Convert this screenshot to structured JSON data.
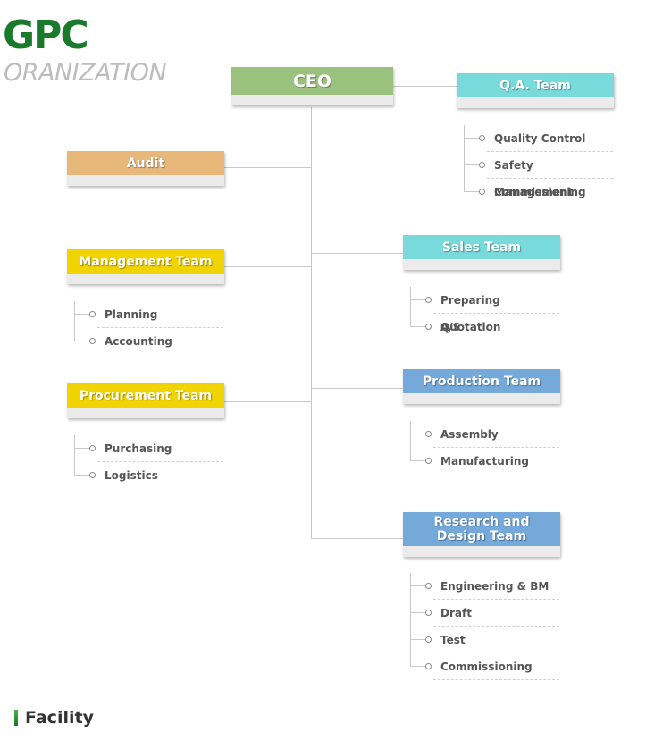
{
  "header": {
    "brand": "GPC",
    "subtitle": "ORANIZATION"
  },
  "ceo": {
    "label": "CEO",
    "color": "#9bc17f"
  },
  "qa": {
    "label": "Q.A. Team",
    "color": "#79dadb",
    "items": [
      "Quality Control",
      "Safety Management",
      "Commissioning"
    ]
  },
  "audit": {
    "label": "Audit",
    "color": "#e8b77a"
  },
  "management": {
    "label": "Management Team",
    "color": "#f1d300",
    "items": [
      "Planning",
      "Accounting"
    ]
  },
  "procurement": {
    "label": "Procurement Team",
    "color": "#f1d300",
    "items": [
      "Purchasing",
      "Logistics"
    ]
  },
  "sales": {
    "label": "Sales Team",
    "color": "#79dadb",
    "items": [
      "Preparing Quotation",
      "A/S"
    ]
  },
  "production": {
    "label": "Production Team",
    "color": "#74a9da",
    "items": [
      "Assembly",
      "Manufacturing"
    ]
  },
  "rnd": {
    "label": "Research and\nDesign Team",
    "color": "#74a9da",
    "items": [
      "Engineering & BM",
      "Draft",
      "Test",
      "Commissioning"
    ]
  },
  "footer": {
    "label": "Facility"
  }
}
